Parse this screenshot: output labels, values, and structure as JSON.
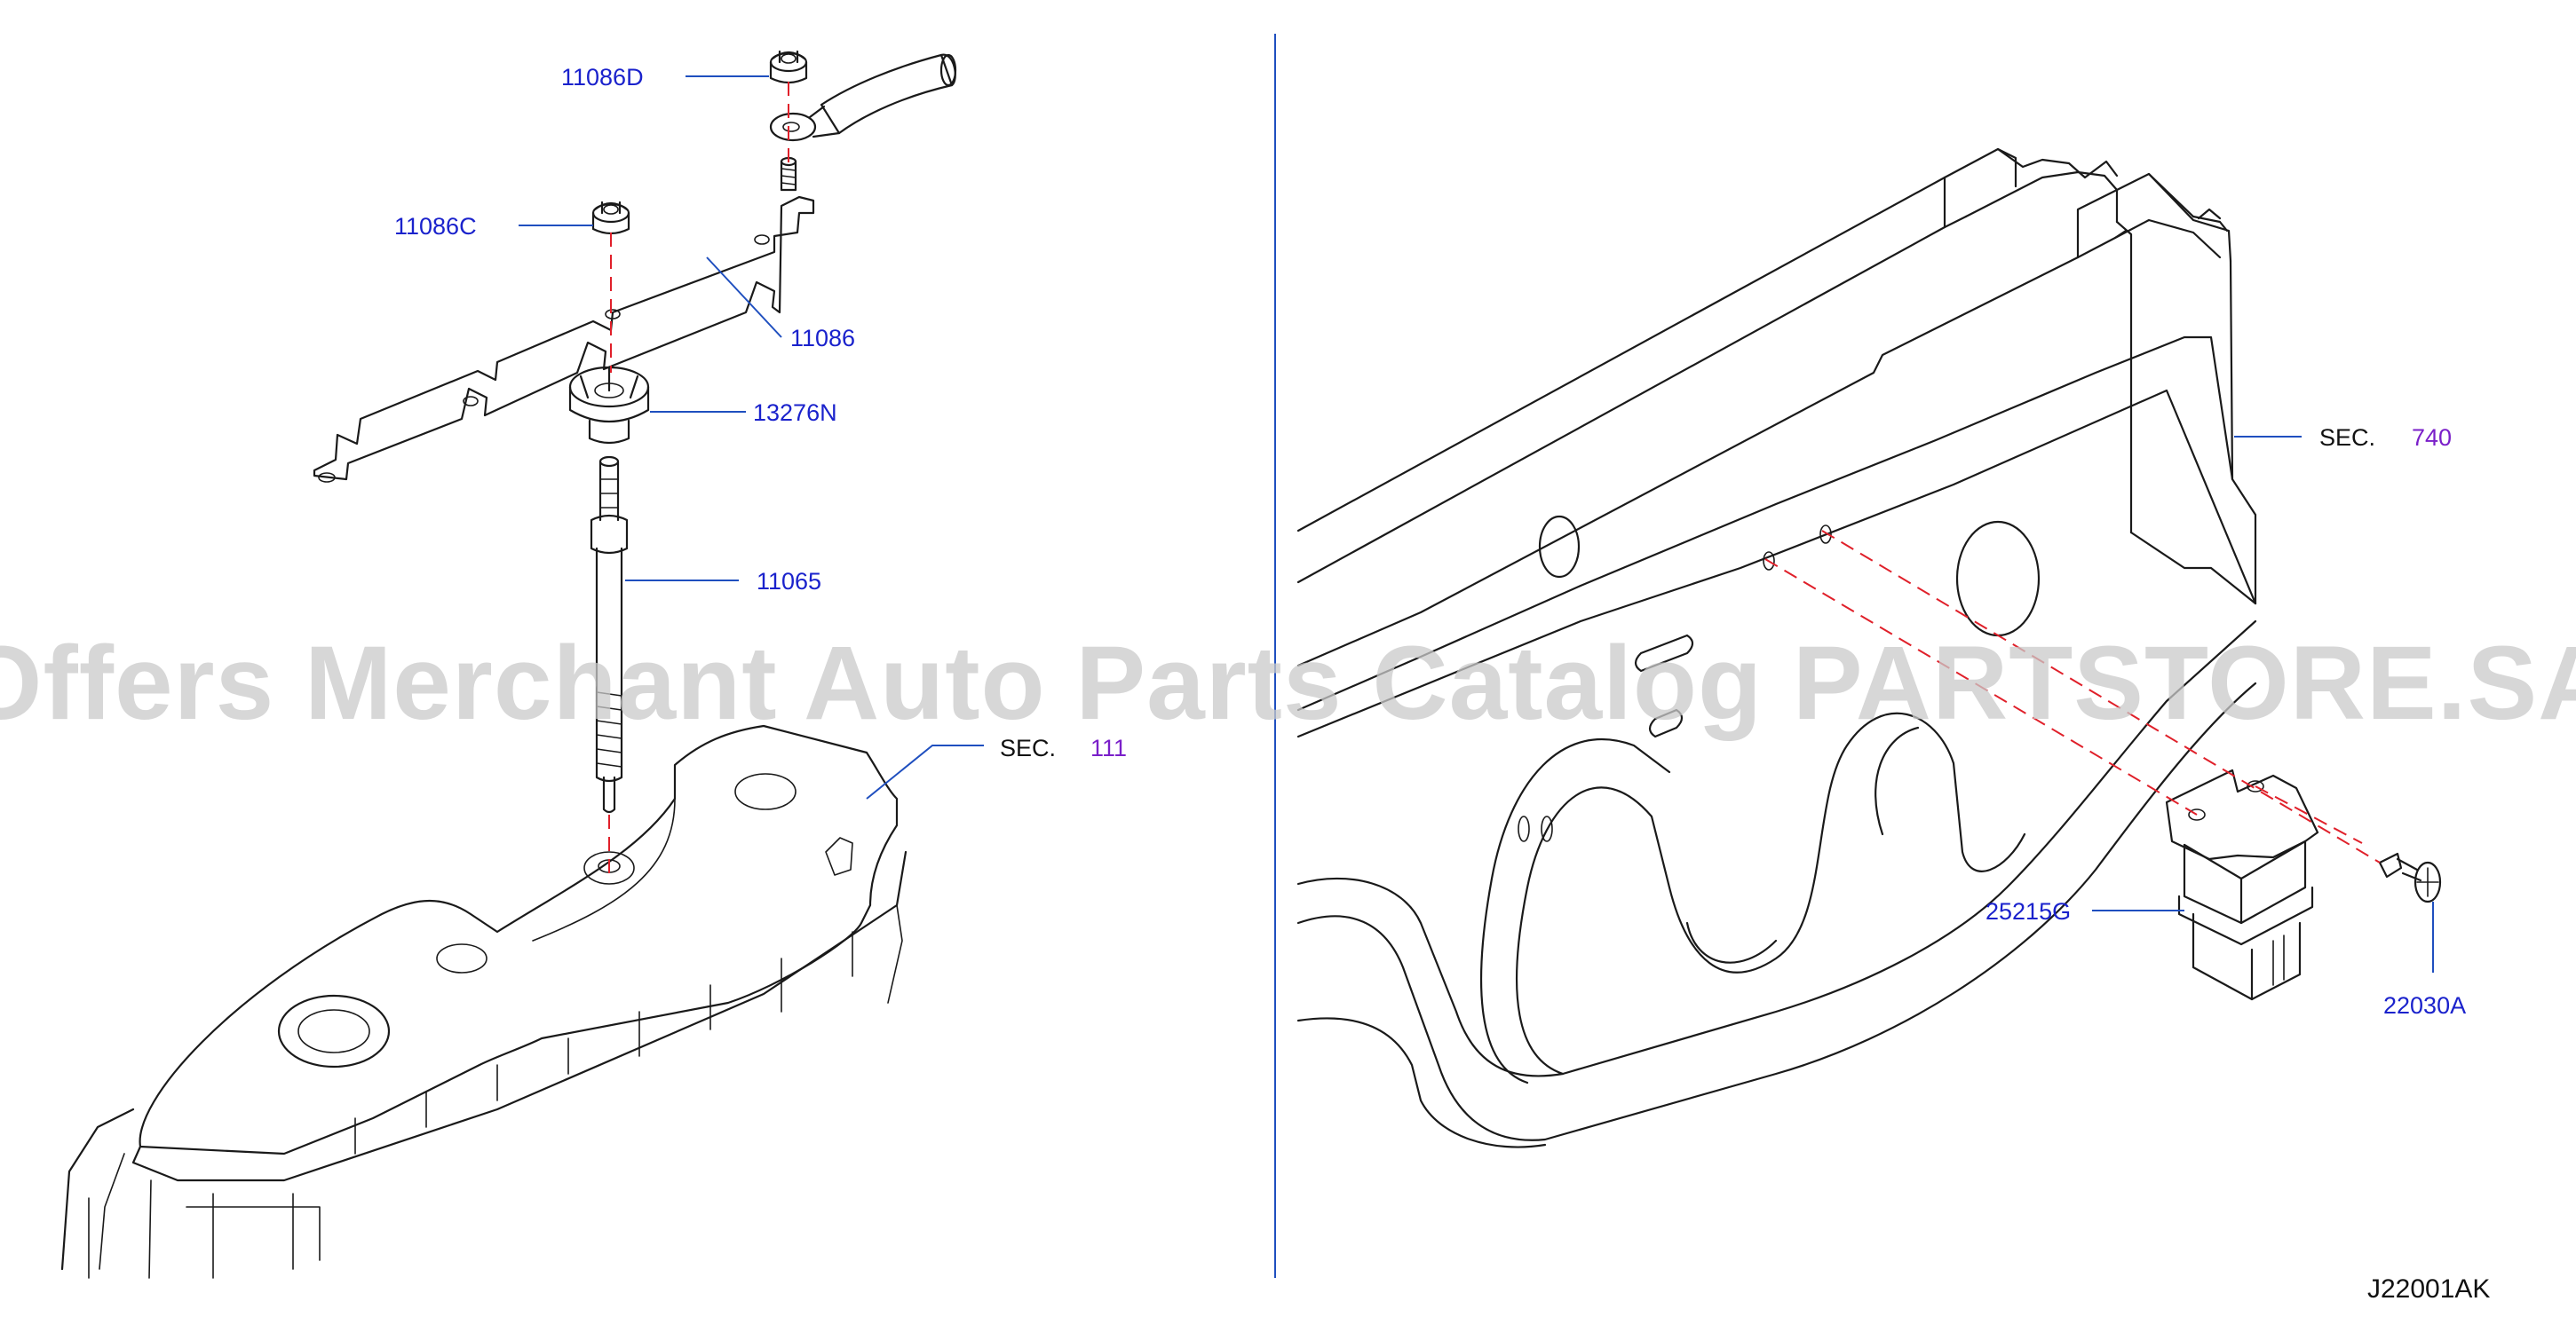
{
  "labels": {
    "p11086D": "11086D",
    "p11086C": "11086C",
    "p11086": "11086",
    "p13276N": "13276N",
    "p11065": "11065",
    "p25215G": "25215G",
    "p22030A": "22030A"
  },
  "sections": {
    "sec_word": "SEC.",
    "sec111": "111",
    "sec740": "740"
  },
  "diagram_code": "J22001AK",
  "watermark": "Offers Merchant Auto Parts Catalog PARTSTORE.SA",
  "colors": {
    "label": "#1a22cc",
    "section_number": "#7a1fc9",
    "center_axis": "#e0202a",
    "divider": "#1f4fbf"
  }
}
